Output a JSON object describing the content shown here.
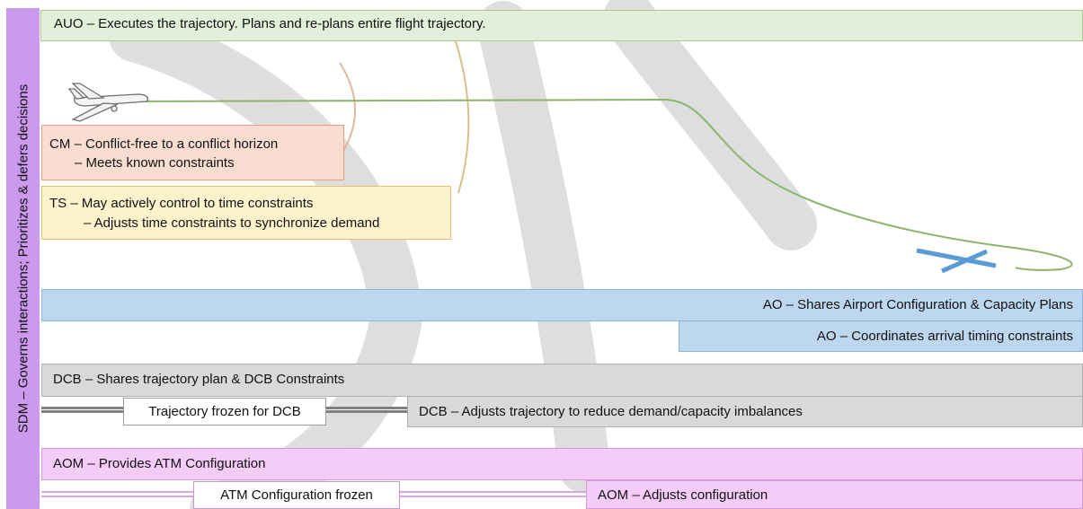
{
  "sidebar": {
    "text": "SDM – Governs interactions; Prioritizes & defers decisions"
  },
  "auo": {
    "text": "AUO – Executes the trajectory.  Plans and re-plans entire flight trajectory."
  },
  "cm": {
    "line1": "CM – Conflict-free to a conflict horizon",
    "line2": "– Meets known constraints"
  },
  "ts": {
    "line1": "TS – May actively control to time constraints",
    "line2": "– Adjusts time constraints to synchronize demand"
  },
  "ao": {
    "line1": "AO – Shares Airport Configuration & Capacity Plans",
    "line2": "AO – Coordinates arrival timing constraints"
  },
  "dcb": {
    "line1": "DCB – Shares trajectory plan & DCB Constraints",
    "frozen": "Trajectory frozen for DCB",
    "line2": "DCB – Adjusts trajectory to reduce demand/capacity imbalances"
  },
  "aom": {
    "line1": "AOM – Provides ATM Configuration",
    "frozen": "ATM Configuration frozen",
    "line2": "AOM – Adjusts configuration"
  },
  "icons": {
    "airplane": "airplane-icon",
    "runway": "runway-icon"
  },
  "colors": {
    "sidebar": "#cc99ee",
    "auo": "#e2efd9",
    "cm": "#f8ddd0",
    "ts": "#fef2cc",
    "ao": "#bdd7ee",
    "dcb": "#d9d9d9",
    "aom": "#f5ccf7",
    "trajectory": "#8ab56a",
    "runway": "#5b9bd5"
  }
}
